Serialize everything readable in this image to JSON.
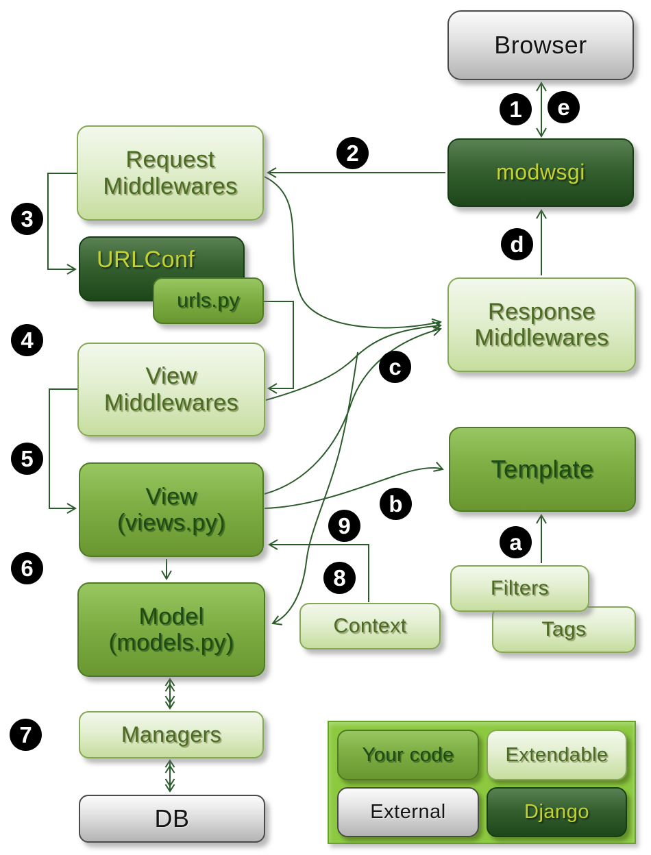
{
  "title": "Django request/response flow diagram",
  "nodes": {
    "browser": "Browser",
    "modwsgi": "modwsgi",
    "request_mw": "Request\nMiddlewares",
    "urlconf": "URLConf",
    "urlspy": "urls.py",
    "view_mw": "View\nMiddlewares",
    "view": "View\n(views.py)",
    "model": "Model\n(models.py)",
    "managers": "Managers",
    "db": "DB",
    "response_mw": "Response\nMiddlewares",
    "template": "Template",
    "filters": "Filters",
    "tags": "Tags",
    "context": "Context"
  },
  "badges": {
    "s1": "1",
    "s2": "2",
    "s3": "3",
    "s4": "4",
    "s5": "5",
    "s6": "6",
    "s7": "7",
    "s8": "8",
    "s9": "9",
    "sa": "a",
    "sb": "b",
    "sc": "c",
    "sd": "d",
    "se": "e"
  },
  "legend": {
    "your_code": "Your code",
    "extendable": "Extendable",
    "external": "External",
    "django": "Django"
  },
  "colors": {
    "arrow": "#2b5a2b",
    "box_light_top": "#f3f8ec",
    "box_light_bottom": "#c6dd9e",
    "box_light_border": "#85a854",
    "box_medium_top": "#98c661",
    "box_medium_bottom": "#699630",
    "box_medium_border": "#4f7a25",
    "box_dark_top": "#5a8154",
    "box_dark_bottom": "#1d471b",
    "box_dark_border": "#143f12",
    "box_gray_top": "#fbfbfb",
    "box_gray_bottom": "#b4b4b4",
    "box_gray_border": "#4a4a4a",
    "text_light_box": "#4a6b22",
    "text_medium_box": "#1d4a15",
    "text_dark_box": "#c3d232",
    "text_gray_box": "#141414",
    "legend_bg": "#8cc93f",
    "legend_border": "#65a428",
    "badge_bg": "#000000",
    "badge_text": "#ffffff"
  }
}
